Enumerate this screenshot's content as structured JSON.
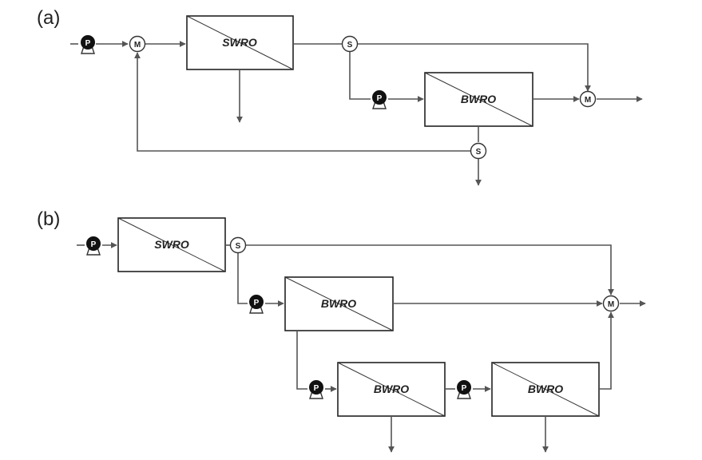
{
  "panels": {
    "a": {
      "label": "(a)"
    },
    "b": {
      "label": "(b)"
    }
  },
  "units": {
    "swro": "SWRO",
    "bwro": "BWRO"
  },
  "nodes": {
    "pump": "P",
    "mixer": "M",
    "splitter": "S"
  },
  "colors": {
    "line": "#555555",
    "box": "#222222",
    "pump_fill": "#111111"
  },
  "icons": [
    "pump-icon",
    "mixer-node",
    "splitter-node",
    "arrow-head"
  ]
}
